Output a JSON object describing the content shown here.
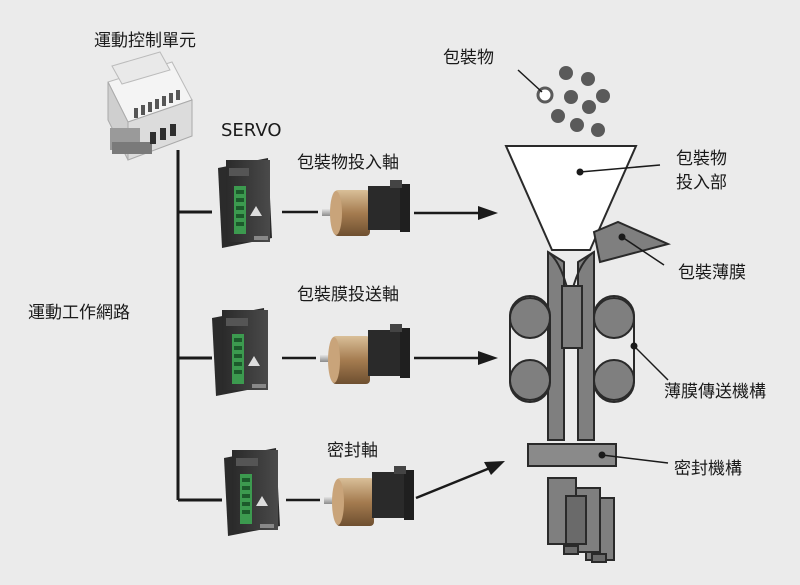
{
  "labels": {
    "controller": "運動控制單元",
    "servo": "SERVO",
    "network": "運動工作網路",
    "axis_product_feed": "包裝物投入軸",
    "axis_film_feed": "包裝膜投送軸",
    "axis_seal": "密封軸",
    "product": "包裝物",
    "hopper_line1": "包裝物",
    "hopper_line2": "投入部",
    "film": "包裝薄膜",
    "film_transport": "薄膜傳送機構",
    "seal_mechanism": "密封機構"
  },
  "colors": {
    "background": "#ebebeb",
    "machine_gray": "#7f7f7f",
    "line": "#1a1a1a",
    "drive_body": "#3a3a3a",
    "terminal_green": "#3c9a4f",
    "motor_bronze": "#b08a5f"
  }
}
